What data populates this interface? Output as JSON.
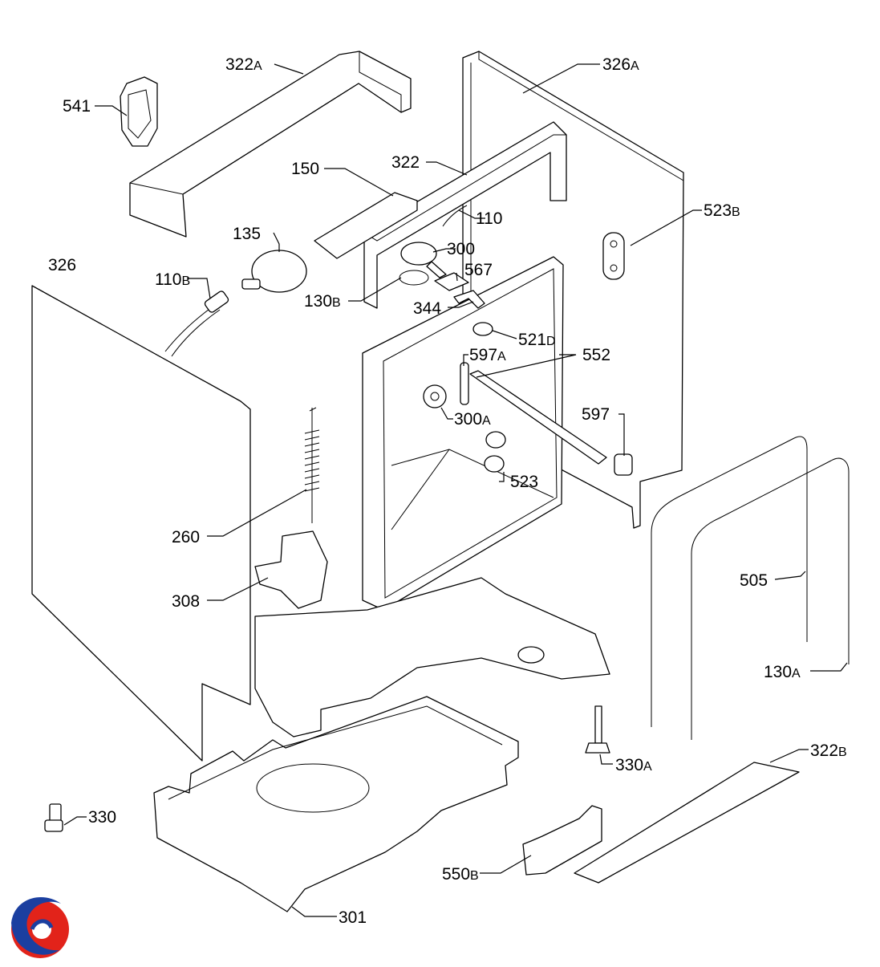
{
  "diagram": {
    "labels": [
      {
        "id": "322A",
        "num": "322",
        "suffix": "A"
      },
      {
        "id": "326A",
        "num": "326",
        "suffix": "A"
      },
      {
        "id": "541",
        "num": "541",
        "suffix": ""
      },
      {
        "id": "150",
        "num": "150",
        "suffix": ""
      },
      {
        "id": "322",
        "num": "322",
        "suffix": ""
      },
      {
        "id": "523B",
        "num": "523",
        "suffix": "B"
      },
      {
        "id": "110",
        "num": "110",
        "suffix": ""
      },
      {
        "id": "135",
        "num": "135",
        "suffix": ""
      },
      {
        "id": "300",
        "num": "300",
        "suffix": ""
      },
      {
        "id": "326",
        "num": "326",
        "suffix": ""
      },
      {
        "id": "567",
        "num": "567",
        "suffix": ""
      },
      {
        "id": "110B",
        "num": "110",
        "suffix": "B"
      },
      {
        "id": "130B",
        "num": "130",
        "suffix": "B"
      },
      {
        "id": "344",
        "num": "344",
        "suffix": ""
      },
      {
        "id": "521D",
        "num": "521",
        "suffix": "D"
      },
      {
        "id": "597A",
        "num": "597",
        "suffix": "A"
      },
      {
        "id": "552",
        "num": "552",
        "suffix": ""
      },
      {
        "id": "300A",
        "num": "300",
        "suffix": "A"
      },
      {
        "id": "597",
        "num": "597",
        "suffix": ""
      },
      {
        "id": "523",
        "num": "523",
        "suffix": ""
      },
      {
        "id": "260",
        "num": "260",
        "suffix": ""
      },
      {
        "id": "505",
        "num": "505",
        "suffix": ""
      },
      {
        "id": "308",
        "num": "308",
        "suffix": ""
      },
      {
        "id": "130A",
        "num": "130",
        "suffix": "A"
      },
      {
        "id": "330A",
        "num": "330",
        "suffix": "A"
      },
      {
        "id": "322B",
        "num": "322",
        "suffix": "B"
      },
      {
        "id": "330",
        "num": "330",
        "suffix": ""
      },
      {
        "id": "550B",
        "num": "550",
        "suffix": "B"
      },
      {
        "id": "301",
        "num": "301",
        "suffix": ""
      }
    ]
  },
  "logo": {
    "colors": {
      "blue": "#1b3fa0",
      "red": "#e2231a"
    }
  }
}
